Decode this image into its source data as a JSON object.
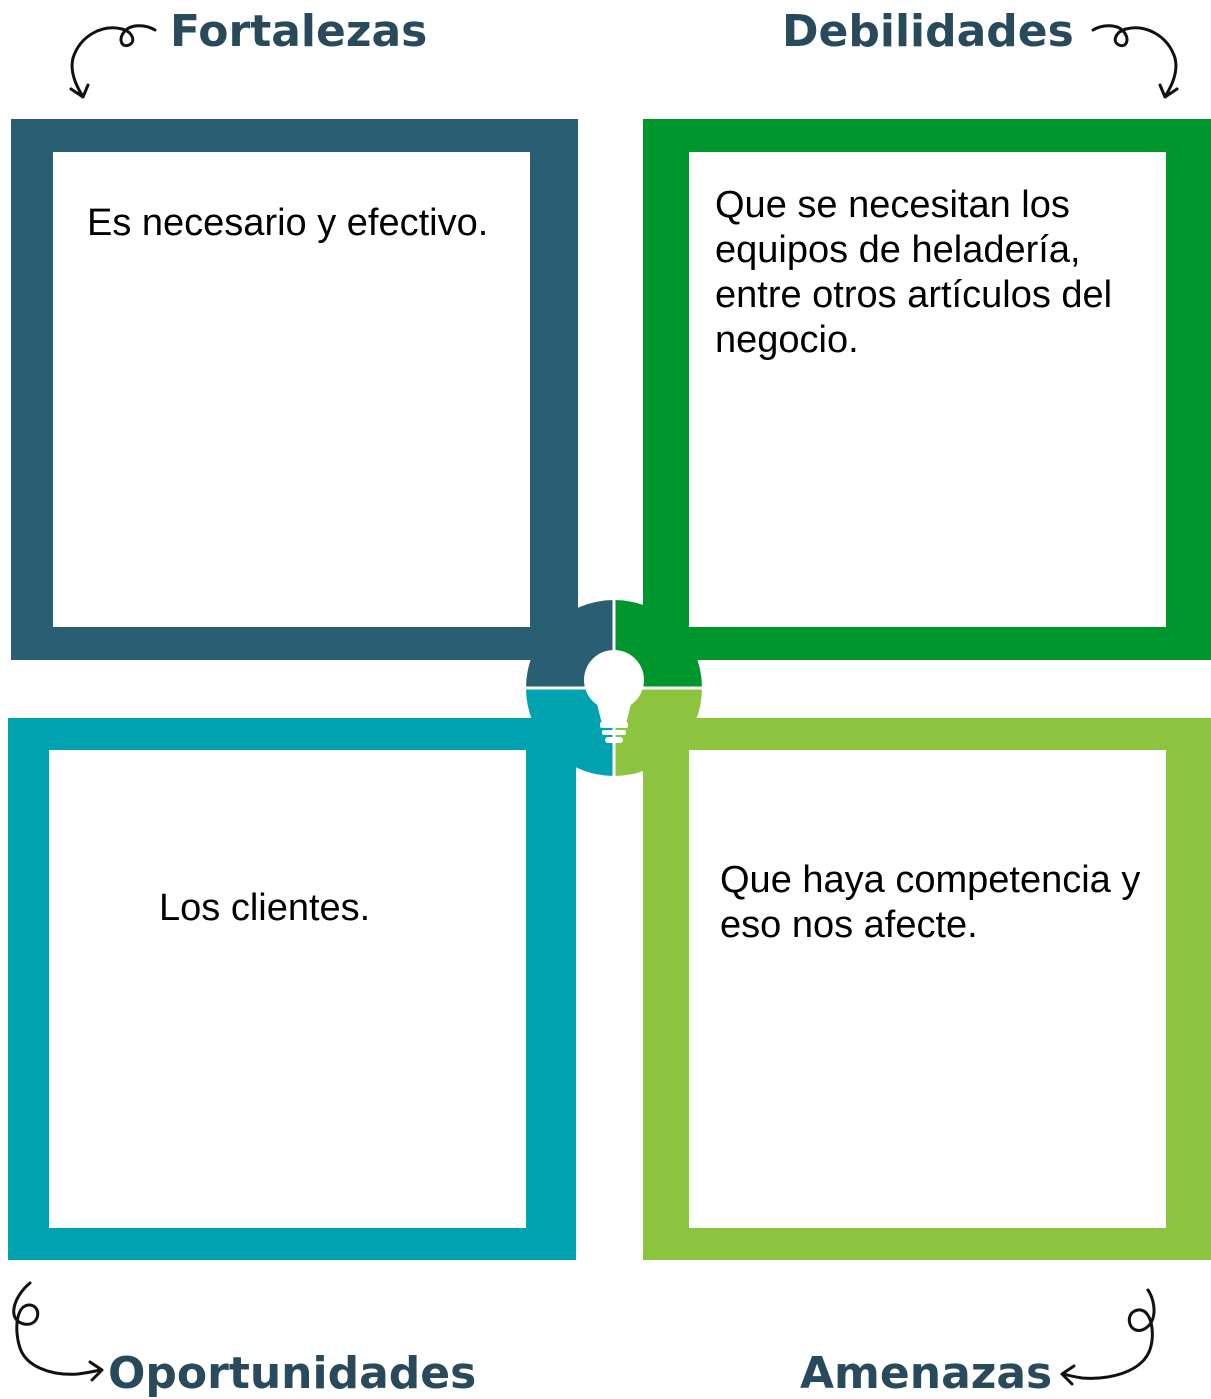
{
  "quadrants": {
    "fortalezas": {
      "title": "Fortalezas",
      "text": "Es necesario y efectivo.",
      "color": "#2a5f73"
    },
    "debilidades": {
      "title": "Debilidades",
      "text": "Que se necesitan los equipos de heladería, entre otros artículos del negocio.",
      "color": "#00962e"
    },
    "oportunidades": {
      "title": "Oportunidades",
      "text": "Los clientes.",
      "color": "#00a2b0"
    },
    "amenazas": {
      "title": "Amenazas",
      "text": "Que haya competencia y eso nos afecte.",
      "color": "#8cc43f"
    }
  },
  "heading_color": "#284a5a",
  "center_icon": "lightbulb-icon",
  "arrow_icon": "curly-arrow-icon"
}
